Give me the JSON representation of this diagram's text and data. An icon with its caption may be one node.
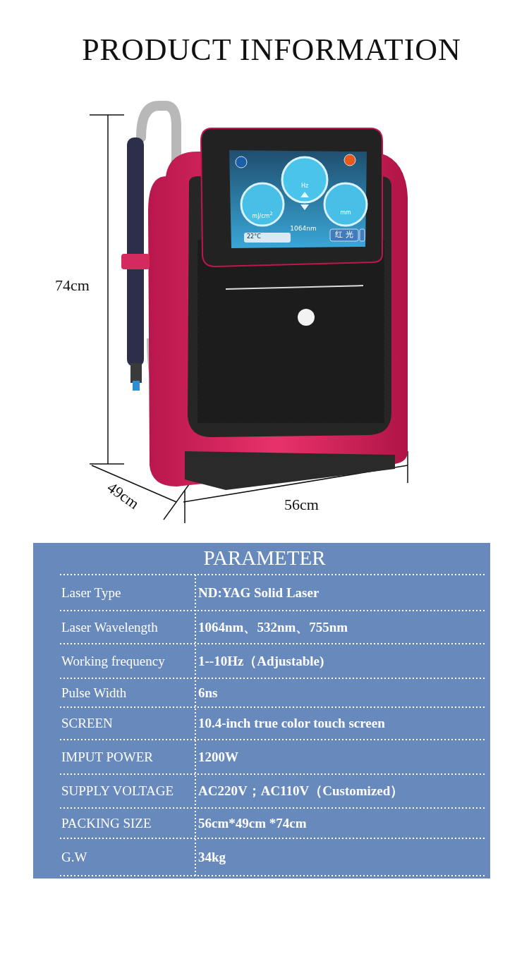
{
  "diagram": {
    "title": "PRODUCT INFORMATION",
    "labels": [
      "74cm",
      "Hz",
      "mJ/cm$^{2}$",
      "mm",
      "1064nm",
      "22°C",
      "红 光",
      "49cm",
      "56cm",
      "PARAMETER",
      "Laser Type",
      "ND:YAG Solid Laser",
      "Laser Wavelength",
      "1064nm、532nm、755nm",
      "Working frequency",
      "1--10Hz（Adjustable)",
      "Pulse Width",
      "6ns",
      "SCREEN",
      "10.4-inch true color touch screen",
      "IMPUT POWER",
      "1200W",
      "SUPPLY VOLTAGE",
      "AC220V；AC110V（Customized）",
      "PACKING SIZE",
      "56cm*49cm *74cm",
      "G.W",
      "34kg"
    ]
  }
}
